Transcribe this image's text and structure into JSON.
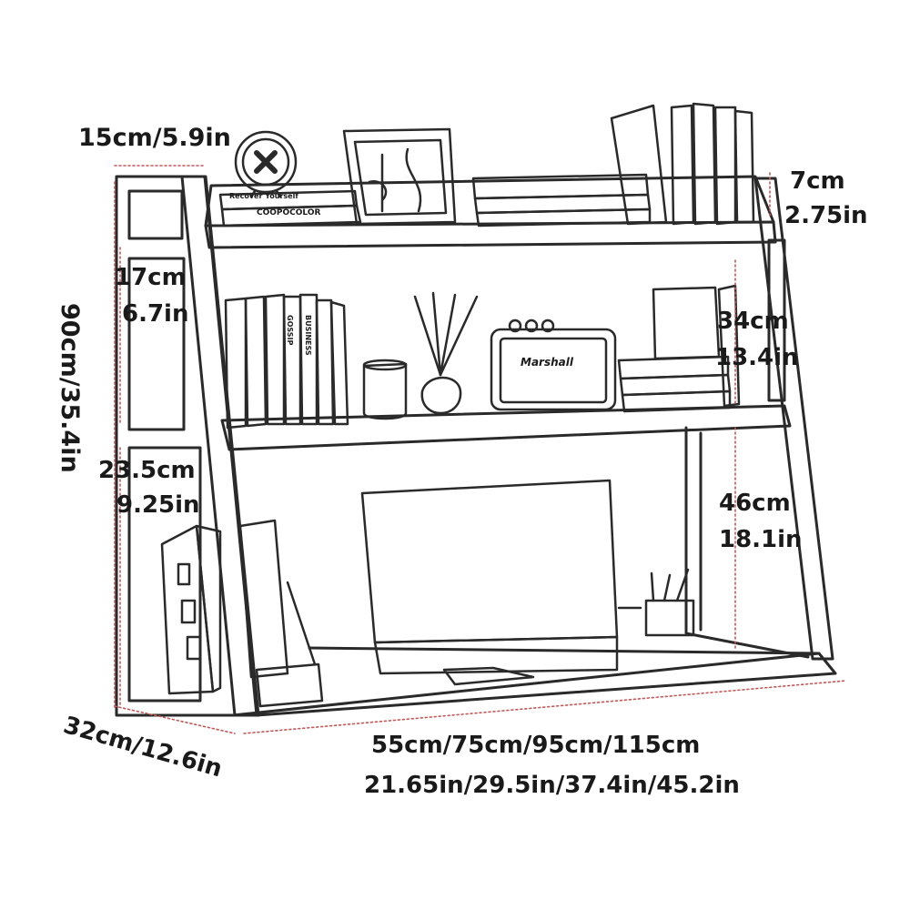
{
  "labels": {
    "top_depth": "15cm/5.9in",
    "top_back_height": [
      "7cm",
      "2.75in"
    ],
    "upper_side_height": [
      "17cm",
      "6.7in"
    ],
    "middle_height": [
      "34cm",
      "13.4in"
    ],
    "total_height": "90cm/35.4in",
    "lower_side_height": [
      "23.5cm",
      "9.25in"
    ],
    "lower_height": [
      "46cm",
      "18.1in"
    ],
    "base_depth": "32cm/12.6in",
    "width_cm": "55cm/75cm/95cm/115cm",
    "width_in": "21.65in/29.5in/37.4in/45.2in"
  },
  "props": {
    "book_titles": [
      "Recover Yourself",
      "COOPOCOLOR",
      "Marshall",
      "GOSSIP",
      "BUSINESS"
    ]
  },
  "colors": {
    "outline": "#2a2a2a",
    "dimension_line": "#c25a5a",
    "text": "#1a1a1a",
    "background": "#ffffff"
  }
}
